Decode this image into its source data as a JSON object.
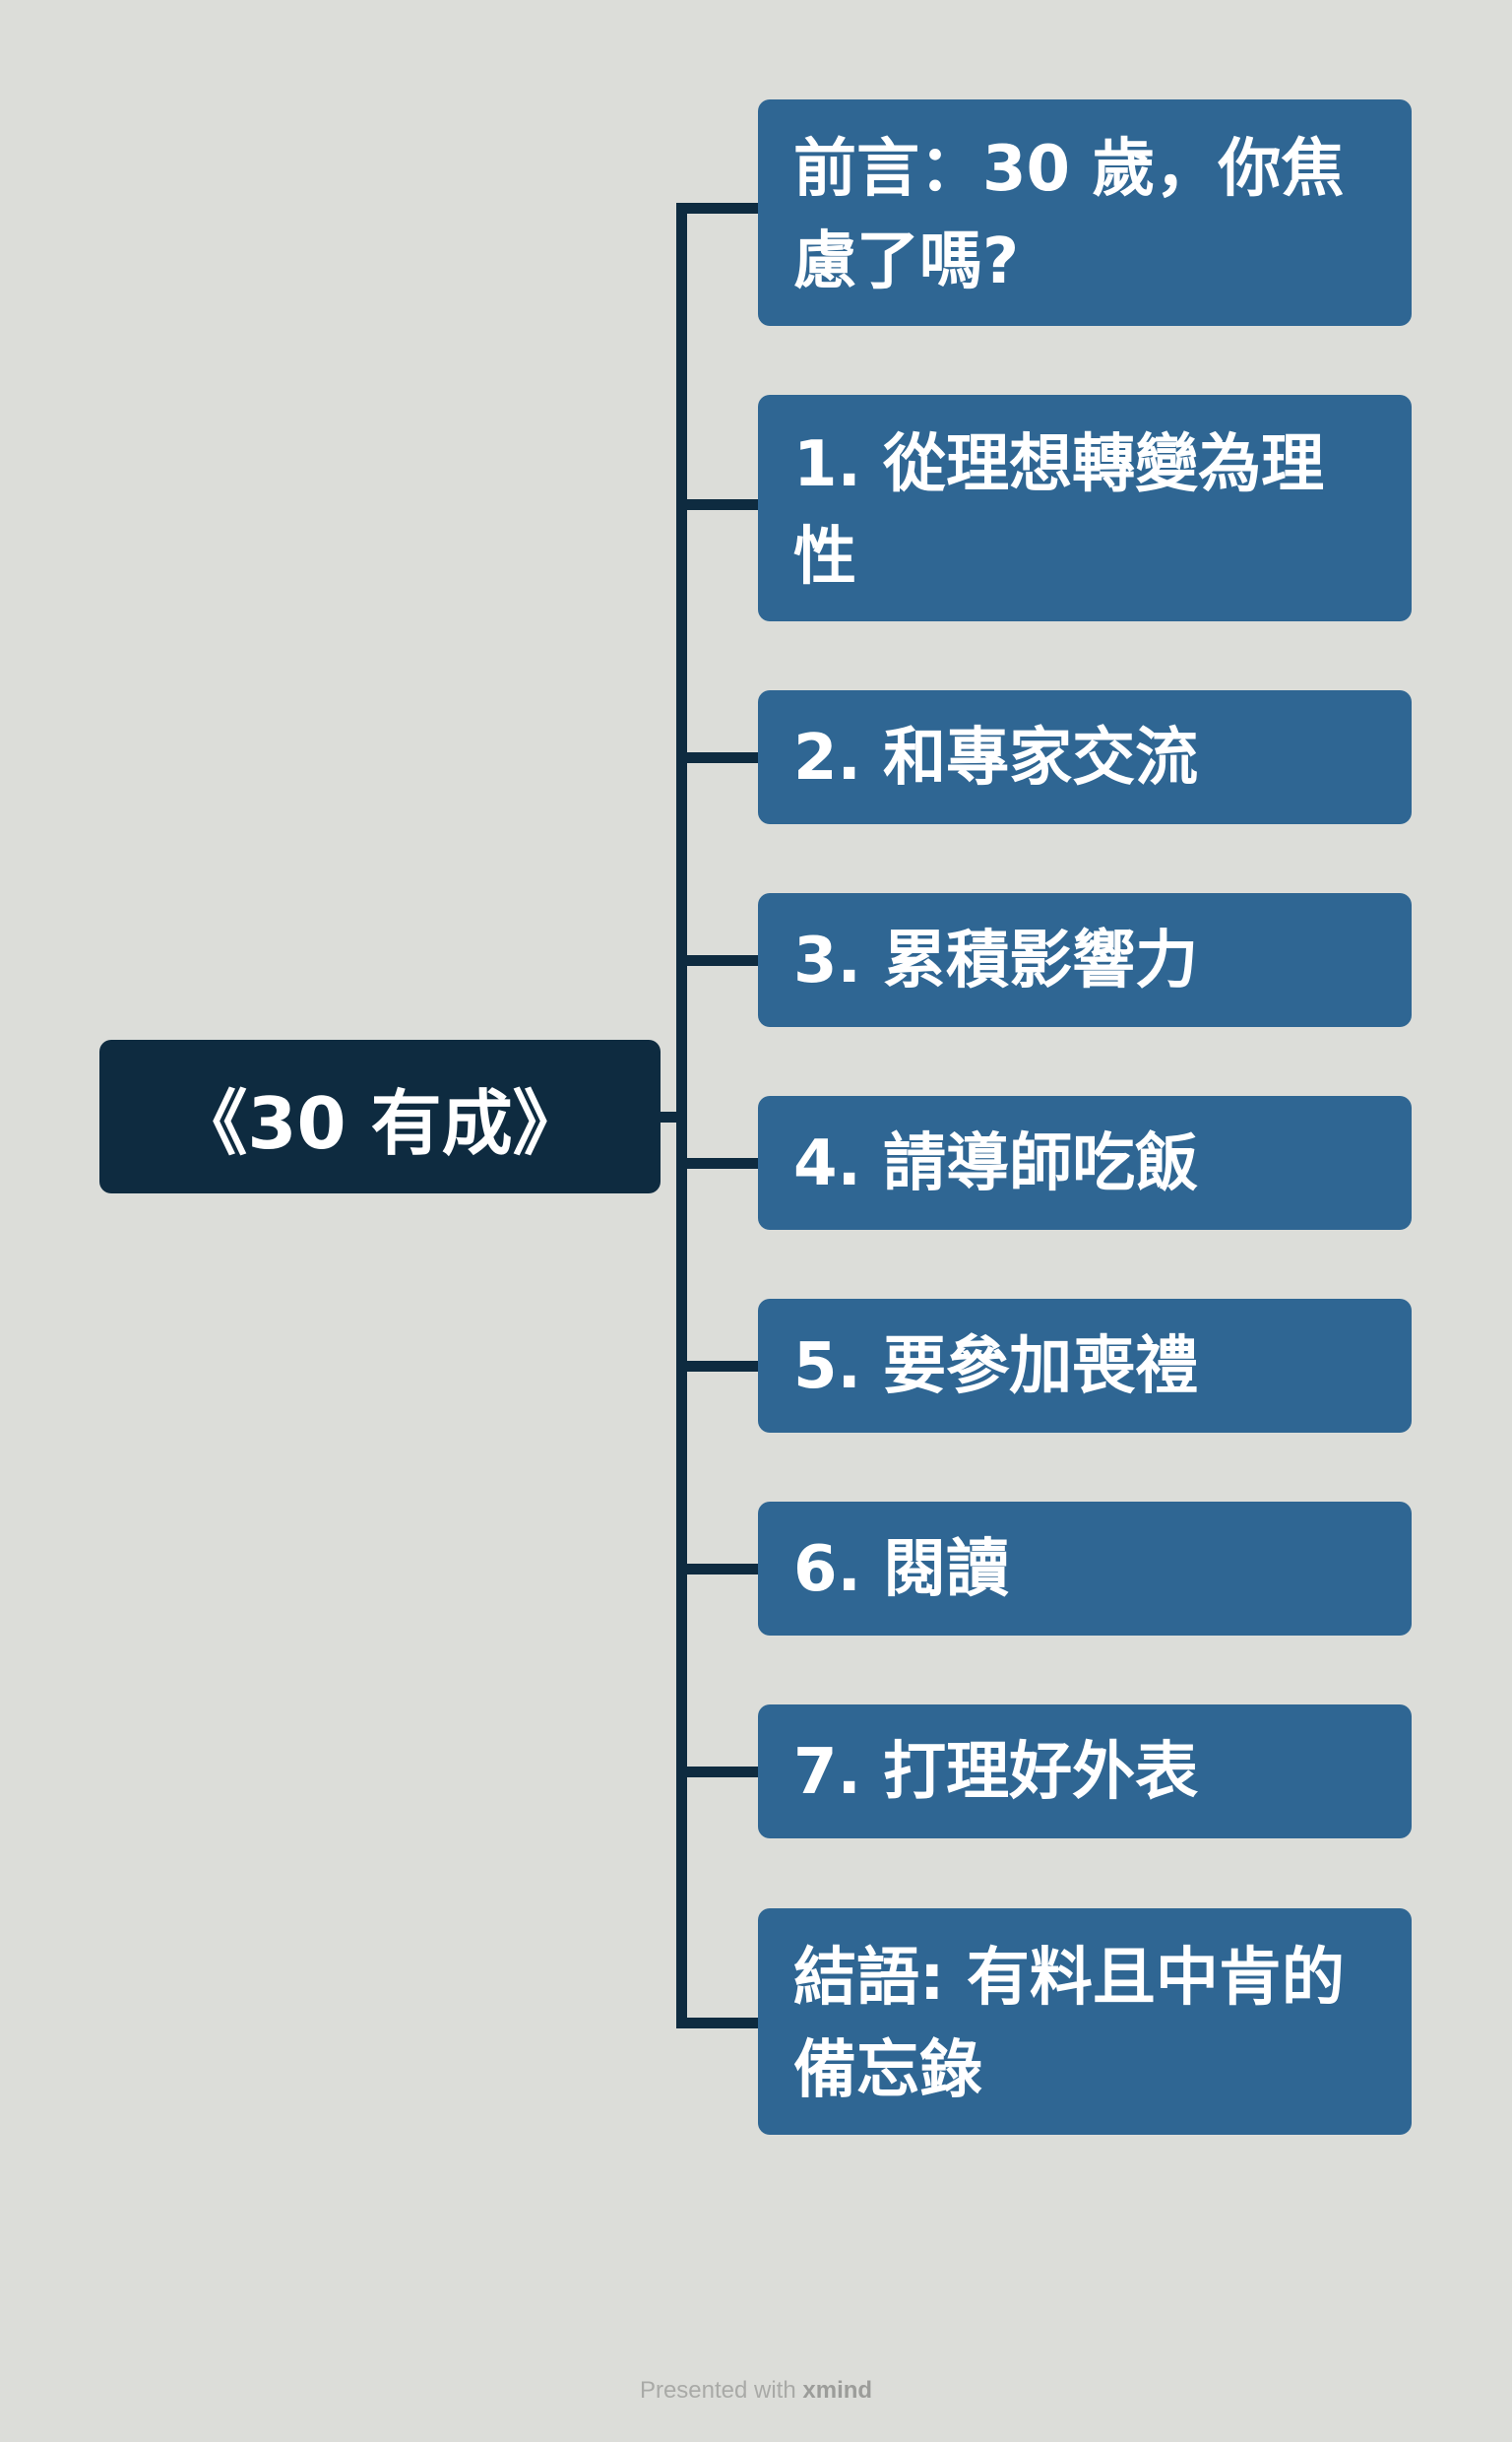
{
  "mindmap": {
    "root": "《30 有成》",
    "branches": [
      "前言：30 歲，你焦慮了嗎?",
      "1. 從理想轉變為理性",
      "2. 和專家交流",
      "3. 累積影響力",
      "4. 請導師吃飯",
      "5. 要參加喪禮",
      "6. 閱讀",
      "7. 打理好外表",
      "結語: 有料且中肯的備忘錄"
    ]
  },
  "footer": {
    "prefix": "Presented with",
    "brand": "xmind"
  },
  "colors": {
    "background": "#dcddd9",
    "root": "#0e2b40",
    "branch": "#2f6693",
    "connector": "#0e2b40"
  }
}
